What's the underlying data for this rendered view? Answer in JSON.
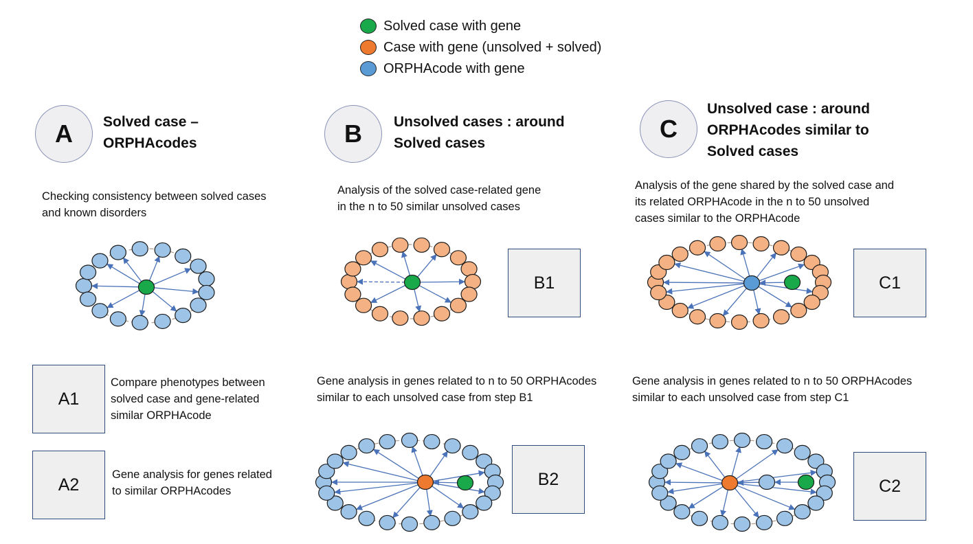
{
  "legend": {
    "solved_label": "Solved case with gene",
    "case_label": "Case with gene (unsolved + solved)",
    "orpha_label": "ORPHAcode with gene"
  },
  "colors": {
    "green": "#19a84a",
    "orange": "#ee7a2f",
    "blue": "#5b9bd5",
    "light_orange": "#f4b183",
    "light_blue": "#9dc3e6",
    "arrow": "#4a72b8"
  },
  "sections": {
    "a": {
      "letter": "A",
      "title_line1": "Solved case –",
      "title_line2": "ORPHAcodes",
      "desc_line1": "Checking consistency between solved cases",
      "desc_line2": "and known disorders"
    },
    "b": {
      "letter": "B",
      "title_line1": "Unsolved cases : around",
      "title_line2": "Solved cases",
      "desc_line1": "Analysis of the solved case-related gene",
      "desc_line2": "in the n to 50 similar unsolved cases"
    },
    "c": {
      "letter": "C",
      "title_line1": "Unsolved case : around",
      "title_line2": "ORPHAcodes similar to",
      "title_line3": "Solved cases",
      "desc_line1": "Analysis of the gene shared by the solved case and",
      "desc_line2": "its related ORPHAcode in the n to 50 unsolved",
      "desc_line3": "cases similar to the ORPHAcode"
    }
  },
  "steps": {
    "a1": {
      "label": "A1",
      "line1": "Compare phenotypes between",
      "line2": "solved case and gene-related",
      "line3": "similar ORPHAcode"
    },
    "a2": {
      "label": "A2",
      "line1": "Gene analysis for genes related",
      "line2": "to similar ORPHAcodes"
    },
    "b1": {
      "label": "B1"
    },
    "b2": {
      "label": "B2",
      "line1": "Gene analysis in genes related to n to 50 ORPHAcodes",
      "line2": "similar to each unsolved case from step B1"
    },
    "c1": {
      "label": "C1"
    },
    "c2": {
      "label": "C2",
      "line1": "Gene analysis in genes related to n to 50 ORPHAcodes",
      "line2": "similar to each unsolved case from step C1"
    }
  },
  "networks": [
    {
      "id": "net-a",
      "center_color": "green",
      "ring_color": "light_blue",
      "ring_count": 17
    },
    {
      "id": "net-b1",
      "center_color": "green",
      "ring_color": "light_orange",
      "ring_count": 18
    },
    {
      "id": "net-c1",
      "center_color": "blue",
      "ring_color": "light_orange",
      "ring_count": 24,
      "extra_color": "green"
    },
    {
      "id": "net-b2",
      "center_color": "orange",
      "ring_color": "light_blue",
      "ring_count": 24,
      "extra_color": "green"
    },
    {
      "id": "net-c2",
      "center_color": "orange",
      "ring_color": "light_blue",
      "ring_count": 24,
      "extra_color": "light_blue",
      "extra2_color": "green"
    }
  ]
}
